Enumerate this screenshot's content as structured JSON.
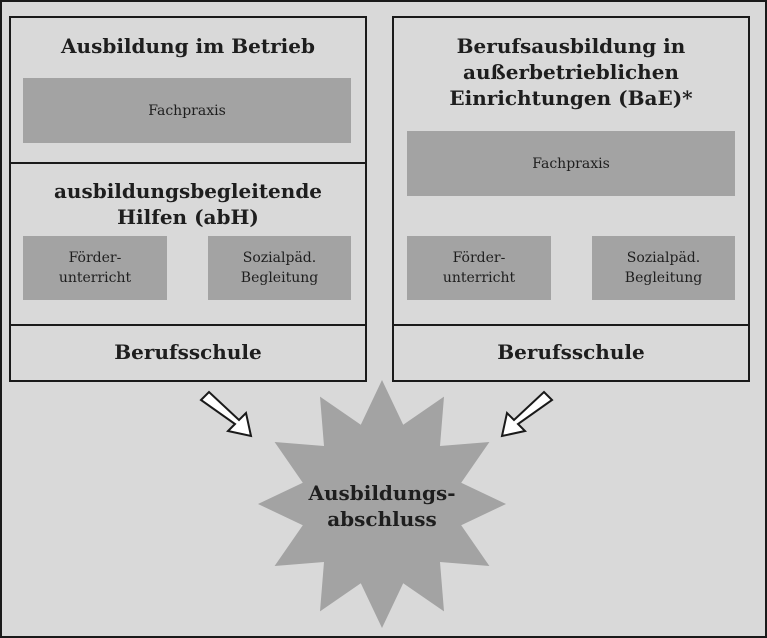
{
  "left_column": {
    "title": "Ausbildung im Betrieb",
    "practice_box": "Fachpraxis",
    "support_title": "ausbildungsbegleitende\nHilfen (abH)",
    "support_box_1": "Förder-\nunterricht",
    "support_box_2": "Sozialpäd.\nBegleitung",
    "school": "Berufsschule"
  },
  "right_column": {
    "title": "Berufsausbildung in\naußerbetrieblichen\nEinrichtungen (BaE)*",
    "practice_box": "Fachpraxis",
    "support_box_1": "Förder-\nunterricht",
    "support_box_2": "Sozialpäd.\nBegleitung",
    "school": "Berufsschule"
  },
  "outcome": {
    "label": "Ausbildungs-\nabschluss"
  },
  "colors": {
    "background": "#d9d9d9",
    "box_fill": "#a3a3a3",
    "star_fill": "#a3a3a3",
    "border": "#1a1a1a",
    "arrow_fill": "#ffffff"
  }
}
